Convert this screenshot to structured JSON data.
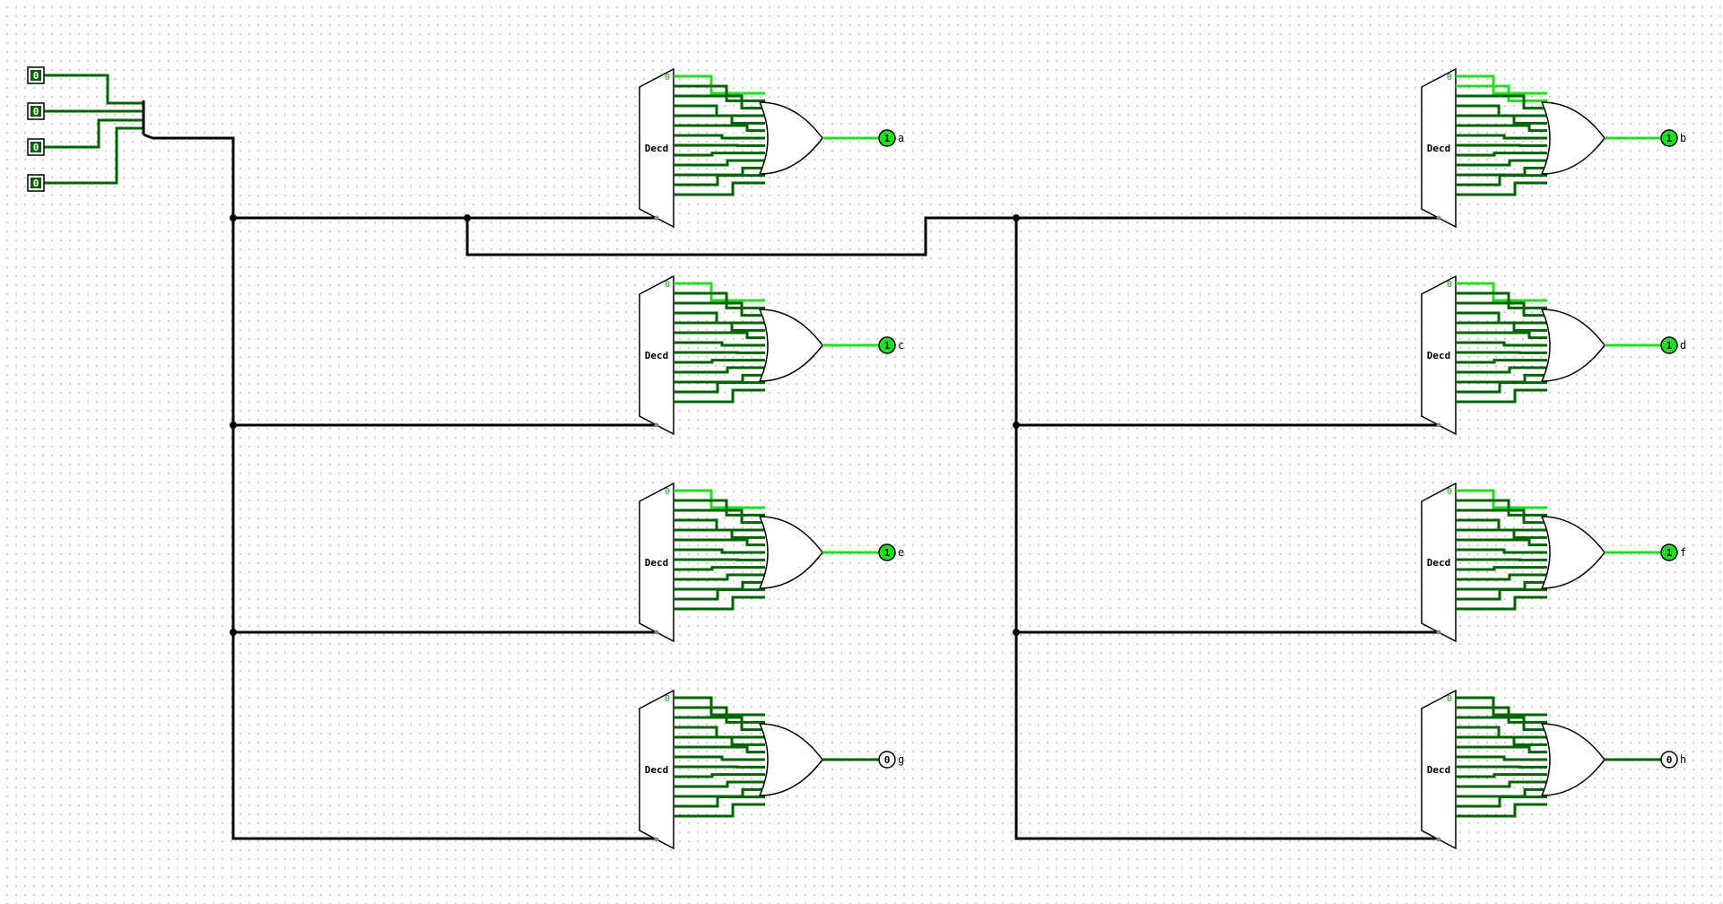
{
  "inputs": [
    {
      "value": "0"
    },
    {
      "value": "0"
    },
    {
      "value": "0"
    },
    {
      "value": "0"
    }
  ],
  "decoder_label": "Decd",
  "decoder_first_output": "0",
  "blocks": [
    {
      "output": "a",
      "value": "1",
      "hi": [
        0
      ]
    },
    {
      "output": "b",
      "value": "1",
      "hi": [
        0,
        1
      ]
    },
    {
      "output": "c",
      "value": "1",
      "hi": [
        0
      ]
    },
    {
      "output": "d",
      "value": "1",
      "hi": [
        0
      ]
    },
    {
      "output": "e",
      "value": "1",
      "hi": [
        0
      ]
    },
    {
      "output": "f",
      "value": "1",
      "hi": [
        0
      ]
    },
    {
      "output": "g",
      "value": "0",
      "hi": []
    },
    {
      "output": "h",
      "value": "0",
      "hi": []
    }
  ],
  "colors": {
    "bus": "#000000",
    "high": "#22dd22",
    "low": "#006400",
    "led_on": "#22dd22",
    "led_off": "#1e6e1e"
  },
  "icons": [
    "input-pin-icon",
    "splitter-icon",
    "decoder-icon",
    "or-gate-icon",
    "output-led-icon"
  ]
}
